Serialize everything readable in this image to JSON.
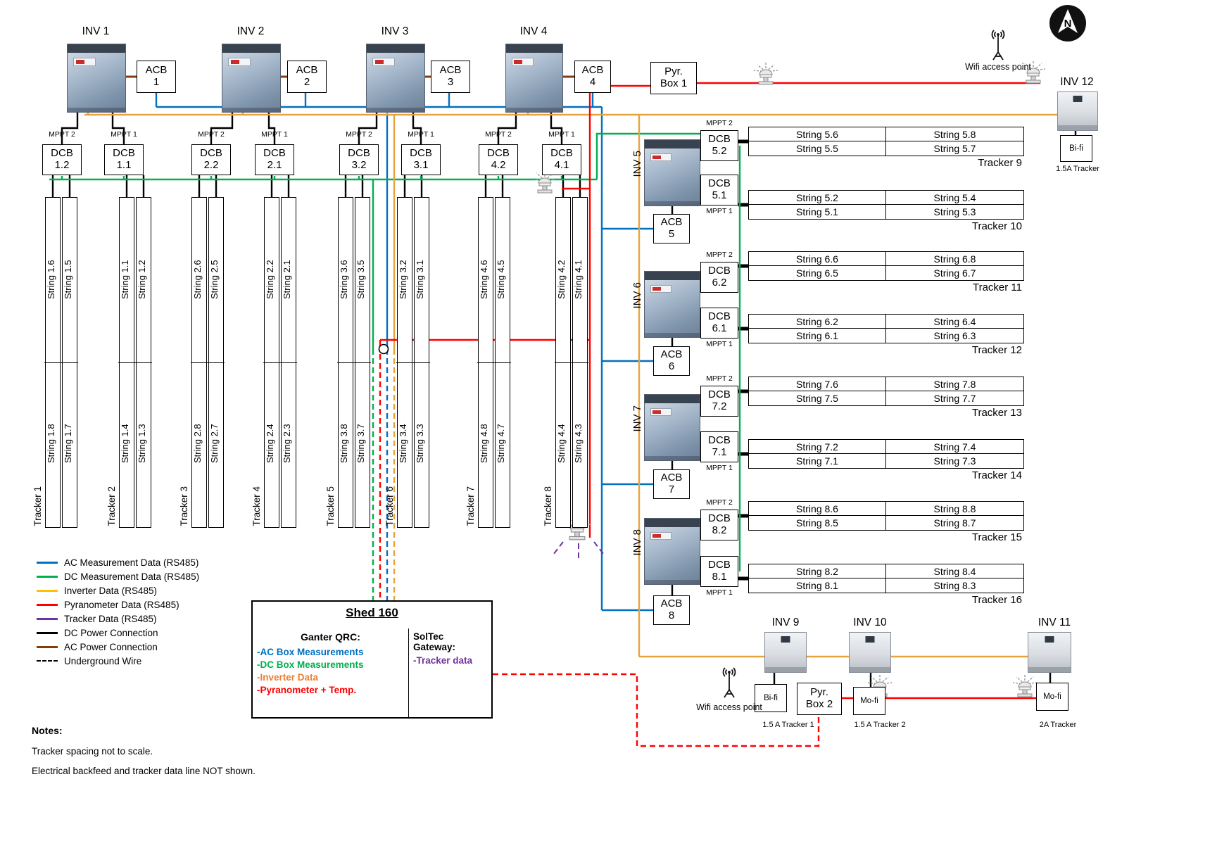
{
  "compass": {
    "label": "N"
  },
  "wifi_top_label": "Wifi access point",
  "top_inverters": [
    {
      "name": "INV 1"
    },
    {
      "name": "INV 2"
    },
    {
      "name": "INV 3"
    },
    {
      "name": "INV 4"
    }
  ],
  "acb_top": [
    {
      "l1": "ACB",
      "l2": "1"
    },
    {
      "l1": "ACB",
      "l2": "2"
    },
    {
      "l1": "ACB",
      "l2": "3"
    },
    {
      "l1": "ACB",
      "l2": "4"
    }
  ],
  "pyr_box_1": {
    "l1": "Pyr.",
    "l2": "Box 1"
  },
  "mppt_top": [
    "MPPT 2",
    "MPPT 1",
    "MPPT 2",
    "MPPT 1",
    "MPPT 2",
    "MPPT 1",
    "MPPT 2",
    "MPPT 1"
  ],
  "dcb_top": [
    {
      "l1": "DCB",
      "l2": "1.2"
    },
    {
      "l1": "DCB",
      "l2": "1.1"
    },
    {
      "l1": "DCB",
      "l2": "2.2"
    },
    {
      "l1": "DCB",
      "l2": "2.1"
    },
    {
      "l1": "DCB",
      "l2": "3.2"
    },
    {
      "l1": "DCB",
      "l2": "3.1"
    },
    {
      "l1": "DCB",
      "l2": "4.2"
    },
    {
      "l1": "DCB",
      "l2": "4.1"
    }
  ],
  "left_trackers": [
    {
      "name": "Tracker 1",
      "s": [
        "String 1.6",
        "String 1.5",
        "String 1.8",
        "String 1.7"
      ]
    },
    {
      "name": "Tracker 2",
      "s": [
        "String 1.1",
        "String 1.2",
        "String 1.4",
        "String 1.3"
      ]
    },
    {
      "name": "Tracker 3",
      "s": [
        "String 2.6",
        "String 2.5",
        "String 2.8",
        "String 2.7"
      ]
    },
    {
      "name": "Tracker 4",
      "s": [
        "String 2.2",
        "String 2.1",
        "String 2.4",
        "String 2.3"
      ]
    },
    {
      "name": "Tracker 5",
      "s": [
        "String 3.6",
        "String 3.5",
        "String 3.8",
        "String 3.7"
      ]
    },
    {
      "name": "Tracker 6",
      "s": [
        "String 3.2",
        "String 3.1",
        "String 3.4",
        "String 3.3"
      ]
    },
    {
      "name": "Tracker 7",
      "s": [
        "String 4.6",
        "String 4.5",
        "String 4.8",
        "String 4.7"
      ]
    },
    {
      "name": "Tracker 8",
      "s": [
        "String 4.2",
        "String 4.1",
        "String 4.4",
        "String 4.3"
      ]
    }
  ],
  "right_units": [
    {
      "inv": "INV 5",
      "mppt2": "MPPT 2",
      "mppt1": "MPPT 1",
      "dcb2": {
        "l1": "DCB",
        "l2": "5.2"
      },
      "dcb1": {
        "l1": "DCB",
        "l2": "5.1"
      },
      "acb": {
        "l1": "ACB",
        "l2": "5"
      }
    },
    {
      "inv": "INV 6",
      "mppt2": "MPPT 2",
      "mppt1": "MPPT 1",
      "dcb2": {
        "l1": "DCB",
        "l2": "6.2"
      },
      "dcb1": {
        "l1": "DCB",
        "l2": "6.1"
      },
      "acb": {
        "l1": "ACB",
        "l2": "6"
      }
    },
    {
      "inv": "INV 7",
      "mppt2": "MPPT 2",
      "mppt1": "MPPT 1",
      "dcb2": {
        "l1": "DCB",
        "l2": "7.2"
      },
      "dcb1": {
        "l1": "DCB",
        "l2": "7.1"
      },
      "acb": {
        "l1": "ACB",
        "l2": "7"
      }
    },
    {
      "inv": "INV 8",
      "mppt2": "MPPT 2",
      "mppt1": "MPPT 1",
      "dcb2": {
        "l1": "DCB",
        "l2": "8.2"
      },
      "dcb1": {
        "l1": "DCB",
        "l2": "8.1"
      },
      "acb": {
        "l1": "ACB",
        "l2": "8"
      }
    }
  ],
  "right_trackers": [
    {
      "name": "Tracker 9",
      "cells": [
        [
          "String 5.6",
          "String 5.8"
        ],
        [
          "String 5.5",
          "String 5.7"
        ]
      ]
    },
    {
      "name": "Tracker 10",
      "cells": [
        [
          "String 5.2",
          "String 5.4"
        ],
        [
          "String 5.1",
          "String 5.3"
        ]
      ]
    },
    {
      "name": "Tracker 11",
      "cells": [
        [
          "String 6.6",
          "String 6.8"
        ],
        [
          "String 6.5",
          "String 6.7"
        ]
      ]
    },
    {
      "name": "Tracker 12",
      "cells": [
        [
          "String 6.2",
          "String 6.4"
        ],
        [
          "String 6.1",
          "String 6.3"
        ]
      ]
    },
    {
      "name": "Tracker 13",
      "cells": [
        [
          "String 7.6",
          "String 7.8"
        ],
        [
          "String 7.5",
          "String 7.7"
        ]
      ]
    },
    {
      "name": "Tracker 14",
      "cells": [
        [
          "String 7.2",
          "String 7.4"
        ],
        [
          "String 7.1",
          "String 7.3"
        ]
      ]
    },
    {
      "name": "Tracker 15",
      "cells": [
        [
          "String 8.6",
          "String 8.8"
        ],
        [
          "String 8.5",
          "String 8.7"
        ]
      ]
    },
    {
      "name": "Tracker 16",
      "cells": [
        [
          "String 8.2",
          "String 8.4"
        ],
        [
          "String 8.1",
          "String 8.3"
        ]
      ]
    }
  ],
  "bottom": {
    "wifi_label": "Wifi access point",
    "pyr_box_2": {
      "l1": "Pyr.",
      "l2": "Box 2"
    },
    "units": [
      {
        "name": "INV 9",
        "box": "Bi-fi",
        "sub": "1.5 A Tracker 1"
      },
      {
        "name": "INV 10",
        "box": "Mo-fi",
        "sub": "1.5 A Tracker 2"
      },
      {
        "name": "INV 11",
        "box": "Mo-fi",
        "sub": "2A Tracker"
      }
    ]
  },
  "inv12": {
    "name": "INV 12",
    "box": "Bi-fi",
    "sub": "1.5A Tracker"
  },
  "legend": {
    "items": [
      {
        "label": "AC Measurement Data (RS485)",
        "color": "#0070C0",
        "dashed": false
      },
      {
        "label": "DC Measurement Data (RS485)",
        "color": "#00B050",
        "dashed": false
      },
      {
        "label": "Inverter Data (RS485)",
        "color": "#FFC000",
        "dashed": false
      },
      {
        "label": "Pyranometer Data (RS485)",
        "color": "#FF0000",
        "dashed": false
      },
      {
        "label": "Tracker Data (RS485)",
        "color": "#7030A0",
        "dashed": false
      },
      {
        "label": "DC Power Connection",
        "color": "#000000",
        "dashed": false
      },
      {
        "label": "AC Power Connection",
        "color": "#843C0C",
        "dashed": false
      },
      {
        "label": "Underground Wire",
        "color": "#000000",
        "dashed": true
      }
    ]
  },
  "shed": {
    "title": "Shed 160",
    "left_title": "Ganter QRC:",
    "left_items": [
      {
        "label": "-AC Box Measurements",
        "color": "#0070C0"
      },
      {
        "label": "-DC Box Measurements",
        "color": "#00B050"
      },
      {
        "label": "-Inverter Data",
        "color": "#ED7D31"
      },
      {
        "label": "-Pyranometer + Temp.",
        "color": "#FF0000"
      }
    ],
    "right_title": "SolTec Gateway:",
    "right_items": [
      {
        "label": "-Tracker data",
        "color": "#7030A0"
      }
    ]
  },
  "notes": {
    "title": "Notes:",
    "lines": [
      "Tracker spacing not to scale.",
      "Electrical backfeed and tracker data line NOT shown."
    ]
  },
  "colors": {
    "ac_measurement": "#0070C0",
    "dc_measurement": "#00B050",
    "inverter_data_legend": "#FFC000",
    "inverter_data_wire": "#E8A33D",
    "pyranometer": "#FF0000",
    "tracker_data": "#7030A0",
    "dc_power": "#000000",
    "ac_power": "#843C0C"
  }
}
